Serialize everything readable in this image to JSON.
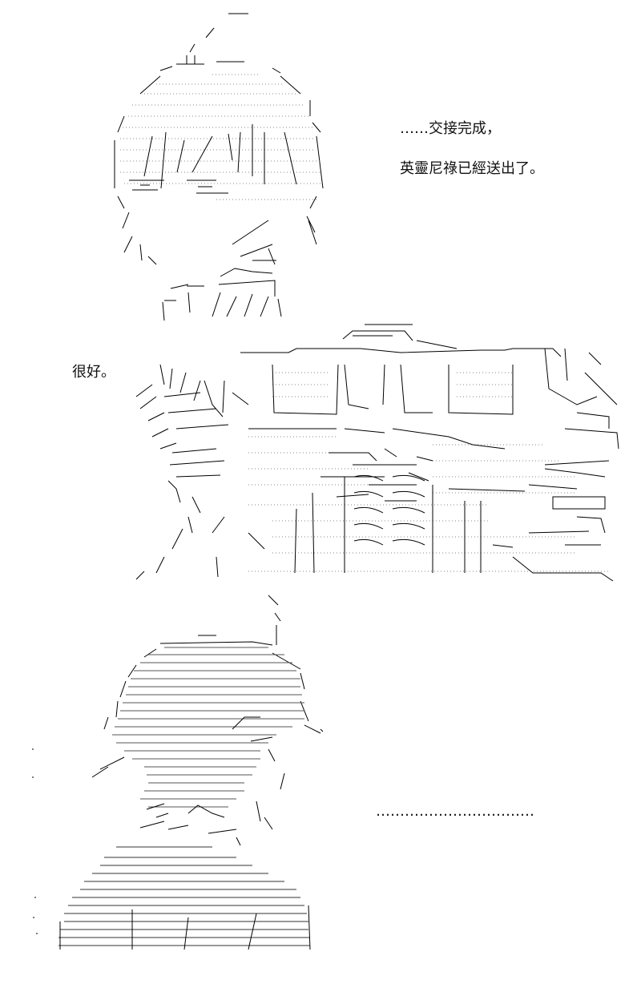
{
  "dialog": {
    "line_1": "……交接完成，",
    "line_2": "英靈尼祿已經送出了。",
    "line_3": "很好。",
    "line_4": "……………………………"
  },
  "art": {
    "top": "ascii-art-character-head",
    "middle": "ascii-art-armored-figure",
    "bottom": "ascii-art-silhouette-bust"
  },
  "colors": {
    "background": "#ffffff",
    "ink": "#000000",
    "text": "#111111"
  }
}
